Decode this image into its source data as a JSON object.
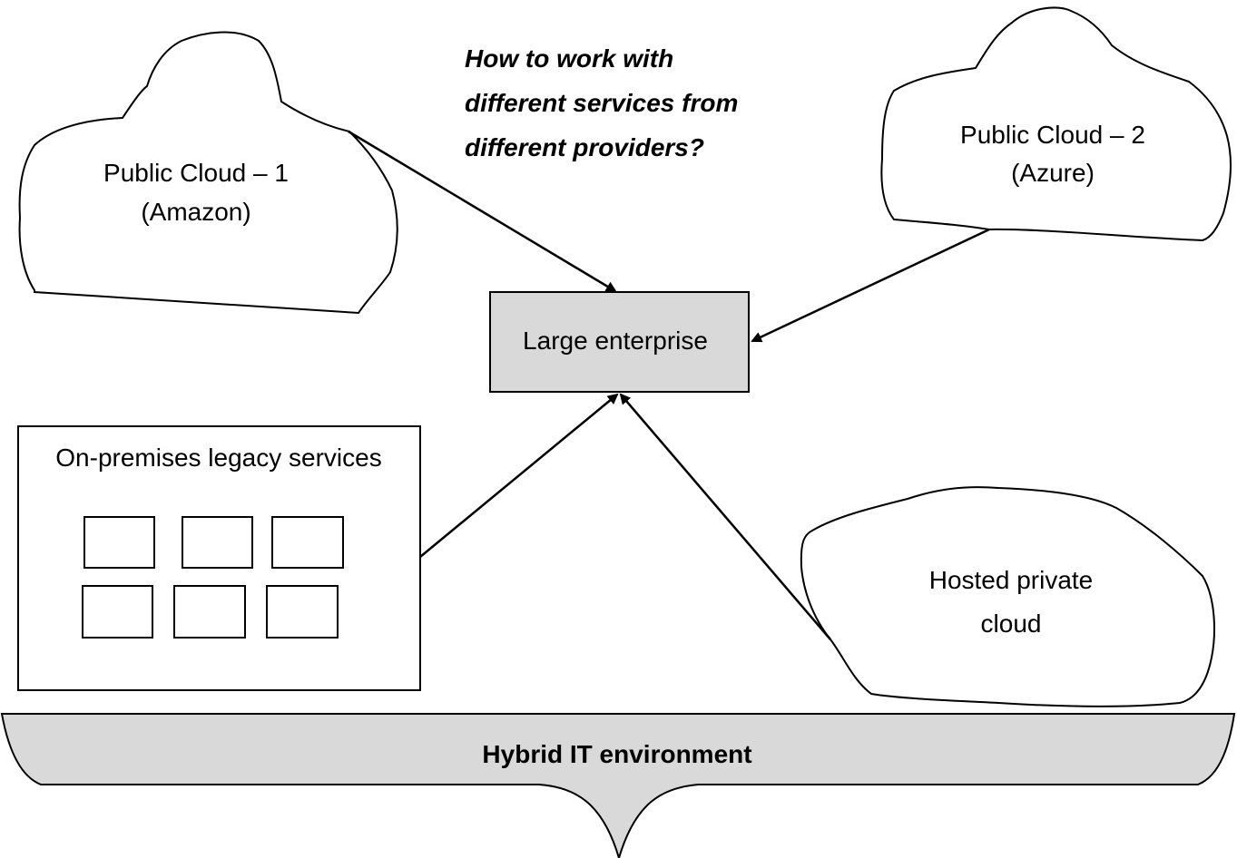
{
  "question": {
    "lines": [
      "How to work with",
      "different services from",
      "different providers?"
    ]
  },
  "nodes": {
    "public_cloud_1": {
      "line1": "Public Cloud – 1",
      "line2": "(Amazon)"
    },
    "public_cloud_2": {
      "line1": "Public Cloud – 2",
      "line2": "(Azure)"
    },
    "enterprise": {
      "label": "Large enterprise"
    },
    "legacy": {
      "label": "On-premises legacy services"
    },
    "private_cloud": {
      "line1": "Hosted private",
      "line2": "cloud"
    }
  },
  "footer": {
    "label": "Hybrid IT environment"
  },
  "colors": {
    "box_fill": "#d9d9d9",
    "band_fill": "#d9d9d9",
    "stroke": "#000000"
  }
}
